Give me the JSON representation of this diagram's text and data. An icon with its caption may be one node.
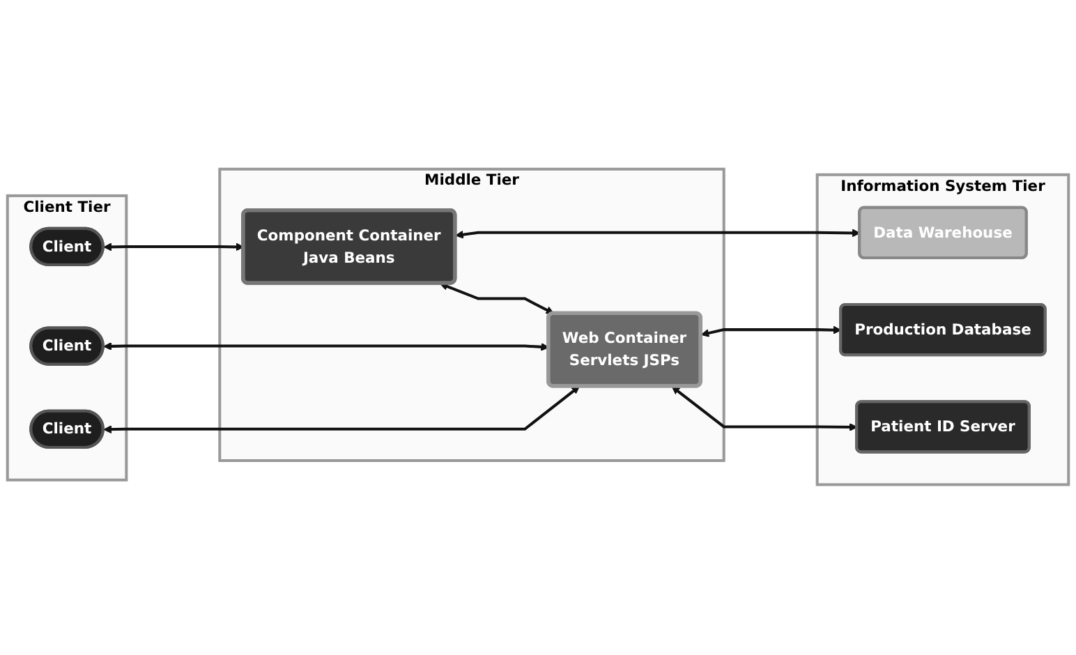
{
  "diagram": {
    "nodes": [
      {
        "text": [
          "Client Tier"
        ]
      },
      {
        "text": [
          "Client"
        ],
        "in": 0
      },
      {
        "text": [
          "Client"
        ],
        "in": 0
      },
      {
        "text": [
          "Client"
        ],
        "in": 0
      },
      {
        "text": [
          "Middle Tier"
        ]
      },
      {
        "text": [
          "Component Container",
          "Java Beans"
        ],
        "in": 4
      },
      {
        "text": [
          "Web Container",
          "Servlets JSPs"
        ],
        "in": 4
      },
      {
        "text": [
          "Information System Tier"
        ]
      },
      {
        "text": [
          "Data Warehouse"
        ],
        "in": 7
      },
      {
        "text": [
          "Production Database"
        ],
        "in": 7
      },
      {
        "text": [
          "Patient ID Server"
        ],
        "in": 7
      }
    ],
    "edges": [
      {
        "from": 1,
        "to": 5,
        "arrow": "both"
      },
      {
        "from": 5,
        "to": 6,
        "arrow": "both"
      },
      {
        "from": 2,
        "to": 6,
        "arrow": "both"
      },
      {
        "from": 3,
        "to": 6,
        "arrow": "both"
      },
      {
        "from": 5,
        "to": 8,
        "arrow": "both"
      },
      {
        "from": 6,
        "to": 9,
        "arrow": "both"
      },
      {
        "from": 6,
        "to": 10,
        "arrow": "both"
      }
    ]
  }
}
